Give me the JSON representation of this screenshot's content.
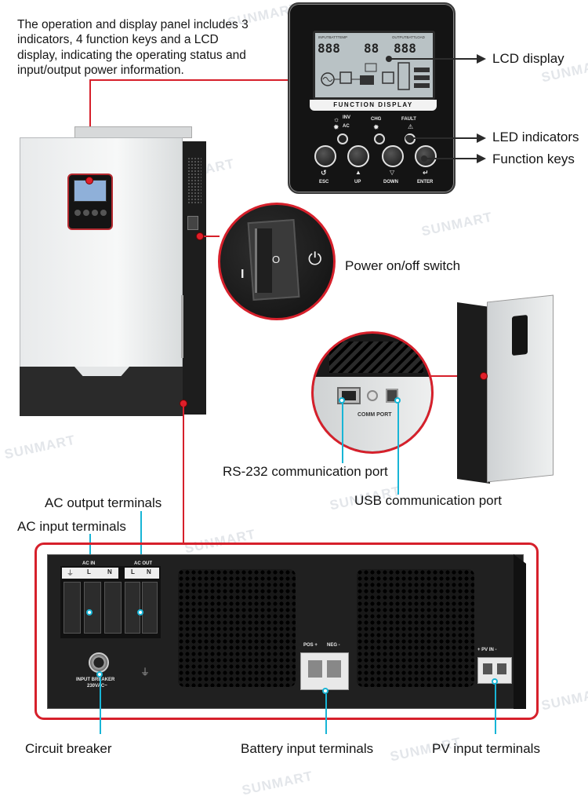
{
  "description_text": {
    "line1": "The operation and display panel includes 3",
    "line2": "indicators, 4 function keys and a LCD",
    "line3": "display, indicating the operating status and",
    "line4": "input/output power information."
  },
  "callouts": {
    "lcd_display": "LCD display",
    "led_indicators": "LED indicators",
    "function_keys": "Function keys",
    "power_switch": "Power on/off switch",
    "rs232_port": "RS-232 communication port",
    "usb_port": "USB communication port",
    "ac_output": "AC output terminals",
    "ac_input": "AC input terminals",
    "circuit_breaker": "Circuit breaker",
    "battery_input": "Battery input terminals",
    "pv_input": "PV input terminals"
  },
  "panel": {
    "banner": "FUNCTION DISPLAY",
    "lcd_left_caption": "INPUTBATTTEMP",
    "lcd_right_caption": "OUTPUTBATTLOAD",
    "lcd_left_digits": "888",
    "lcd_mid_digits": "88",
    "lcd_right_digits": "888",
    "led_inv": "INV",
    "led_ac": "AC",
    "led_chg": "CHG",
    "led_fault": "FAULT",
    "key_esc": "ESC",
    "key_up": "UP",
    "key_down": "DOWN",
    "key_enter": "ENTER"
  },
  "switch": {
    "on_mark": "I",
    "off_mark": "O"
  },
  "comm": {
    "port_label": "COMM PORT"
  },
  "bottom": {
    "ac_in_label": "AC IN",
    "ac_out_label": "AC OUT",
    "l": "L",
    "n": "N",
    "breaker_label_1": "INPUT BREAKER",
    "breaker_label_2": "230VAC~",
    "pos_label": "POS +",
    "neg_label": "NEG -",
    "pv_label": "+ PV IN -"
  },
  "watermark": "SUNMART",
  "colors": {
    "accent_red": "#d6202b",
    "accent_cyan": "#18b5d6",
    "panel_black": "#141414"
  }
}
